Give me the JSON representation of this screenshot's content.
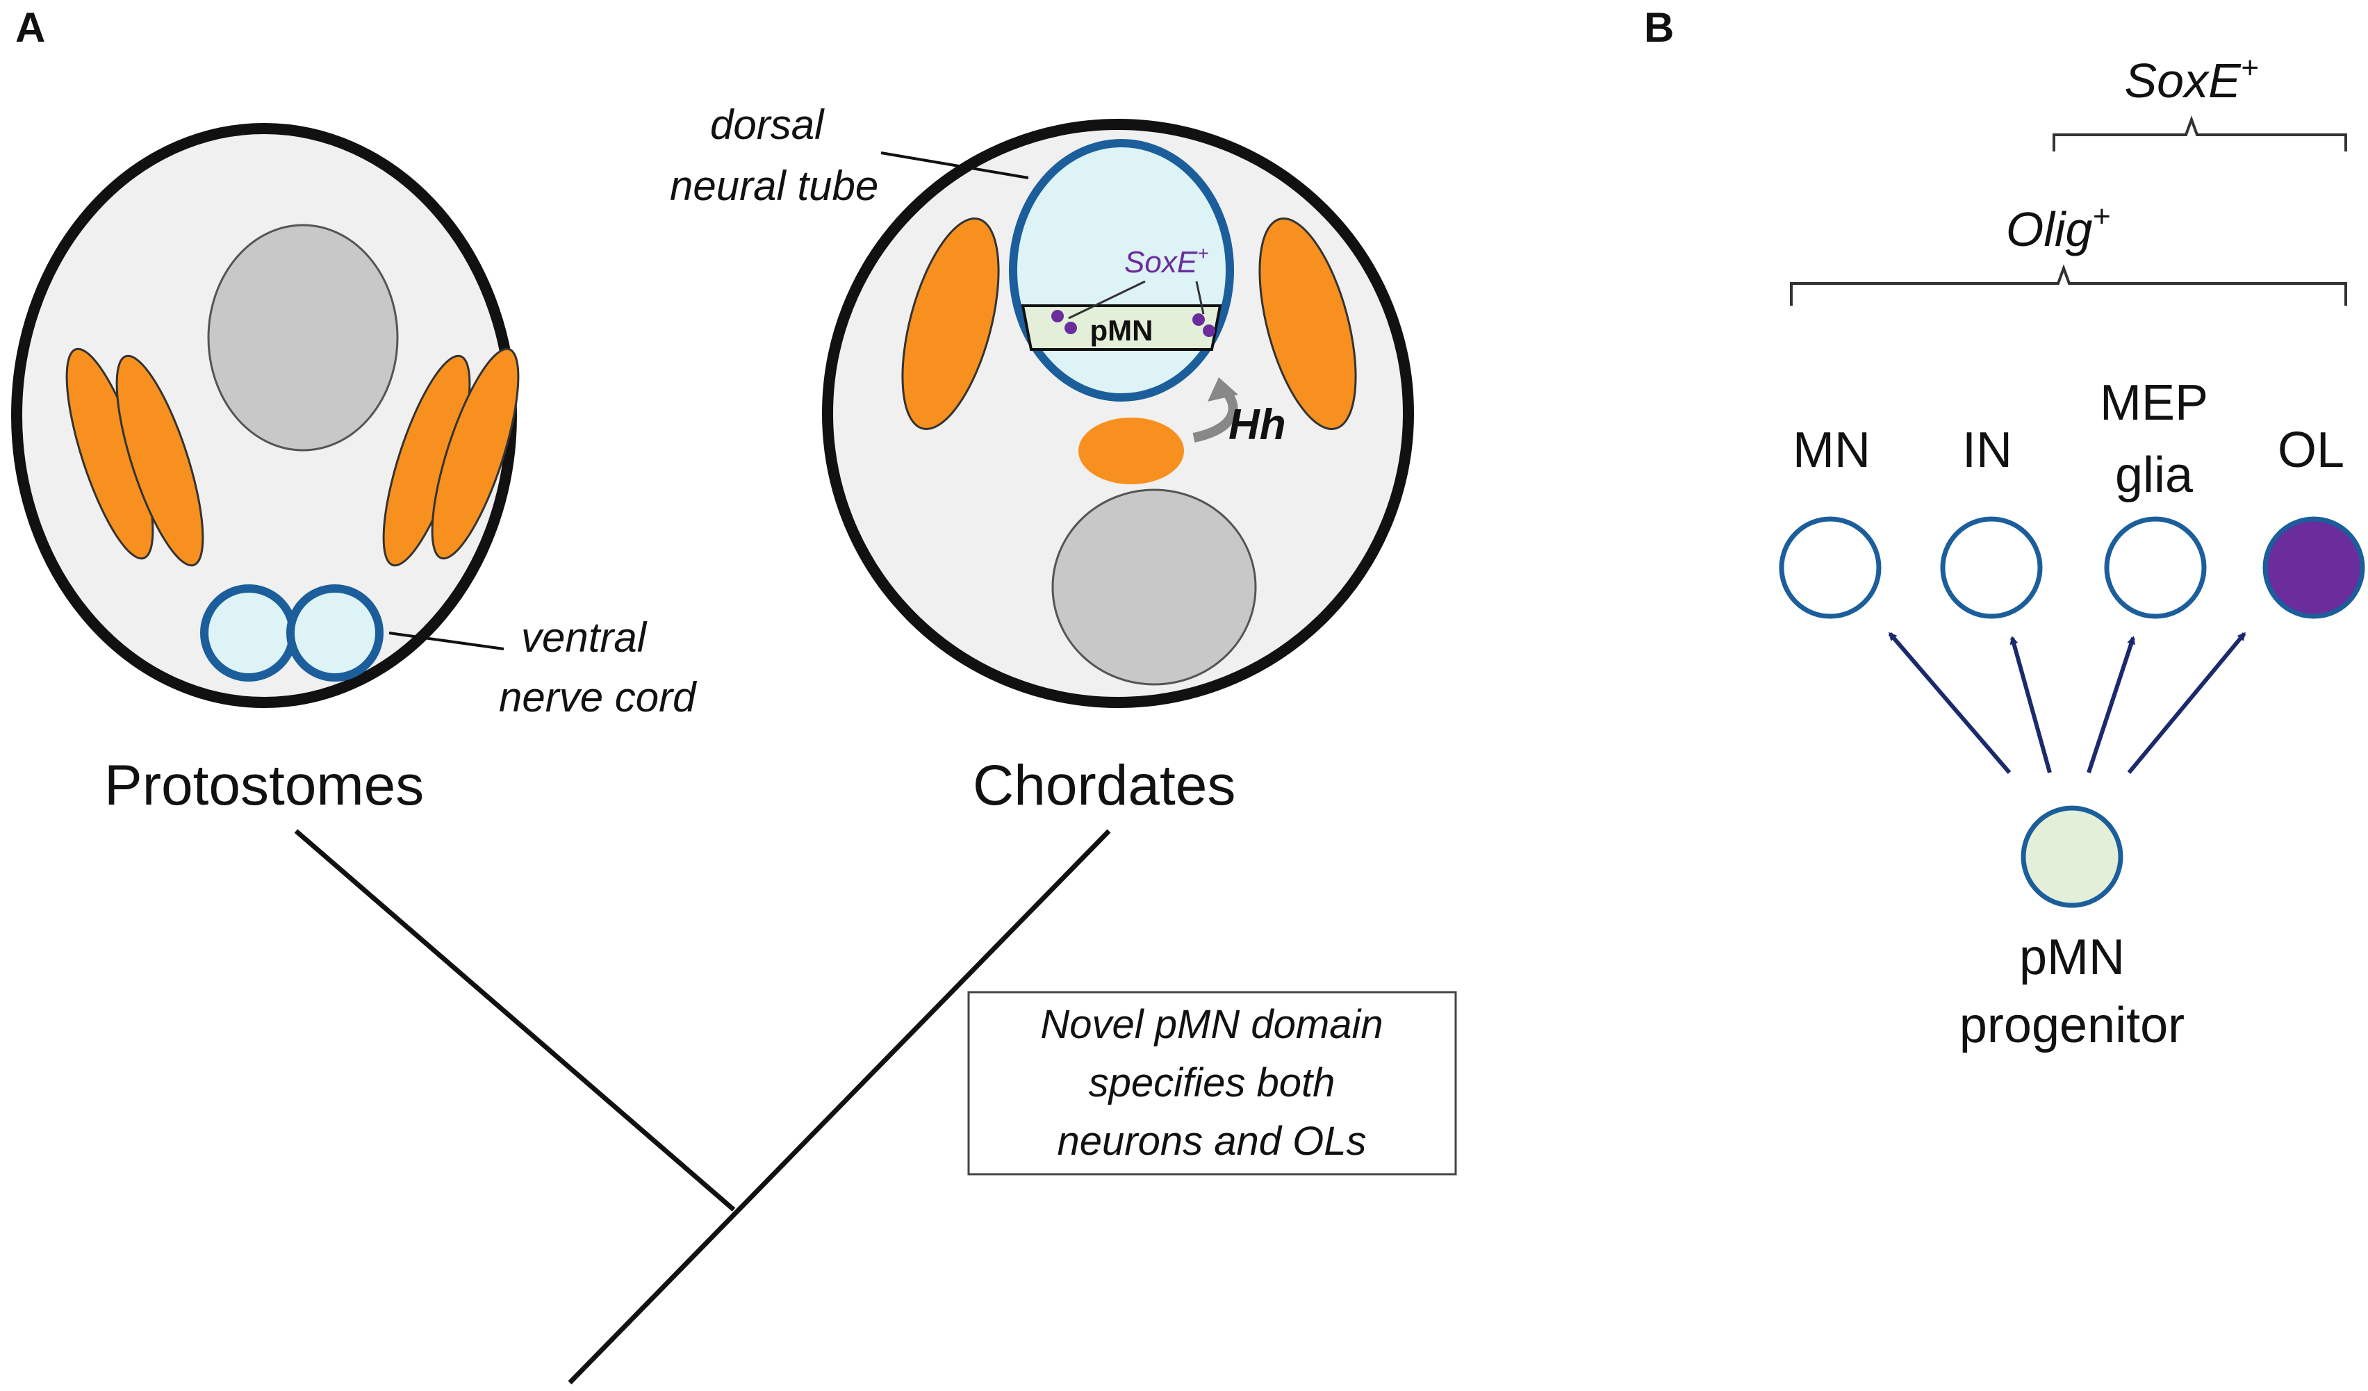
{
  "panel_a": {
    "label": "A",
    "protostomes": {
      "ventral_label_line1": "ventral",
      "ventral_label_line2": "nerve cord",
      "group_label": "Protostomes"
    },
    "chordates": {
      "dorsal_label_line1": "dorsal",
      "dorsal_label_line2": "neural tube",
      "soxe_main": "SoxE",
      "soxe_sup": "+",
      "pmn_label": "pMN",
      "hh_label": "Hh",
      "group_label": "Chordates"
    },
    "note": {
      "line1": "Novel pMN domain",
      "line2": "specifies both",
      "line3": "neurons and OLs"
    }
  },
  "panel_b": {
    "label": "B",
    "soxe_main": "SoxE",
    "soxe_sup": "+",
    "olig_main": "Olig",
    "olig_sup": "+",
    "cells": [
      {
        "line1": "MN",
        "line2": ""
      },
      {
        "line1": "IN",
        "line2": ""
      },
      {
        "line1": "MEP",
        "line2": "glia"
      },
      {
        "line1": "OL",
        "line2": ""
      }
    ],
    "progenitor_line1": "pMN",
    "progenitor_line2": "progenitor"
  },
  "colors": {
    "orange": "#f7901e",
    "gray": "#c8c8c8",
    "light_blue": "#ddf3f5",
    "dark_blue": "#1b5e9b",
    "purple": "#6b2d9b",
    "light_green": "#e3efd9",
    "arrow_navy": "#1a2a6c",
    "section_fill": "#f0f0f0"
  }
}
